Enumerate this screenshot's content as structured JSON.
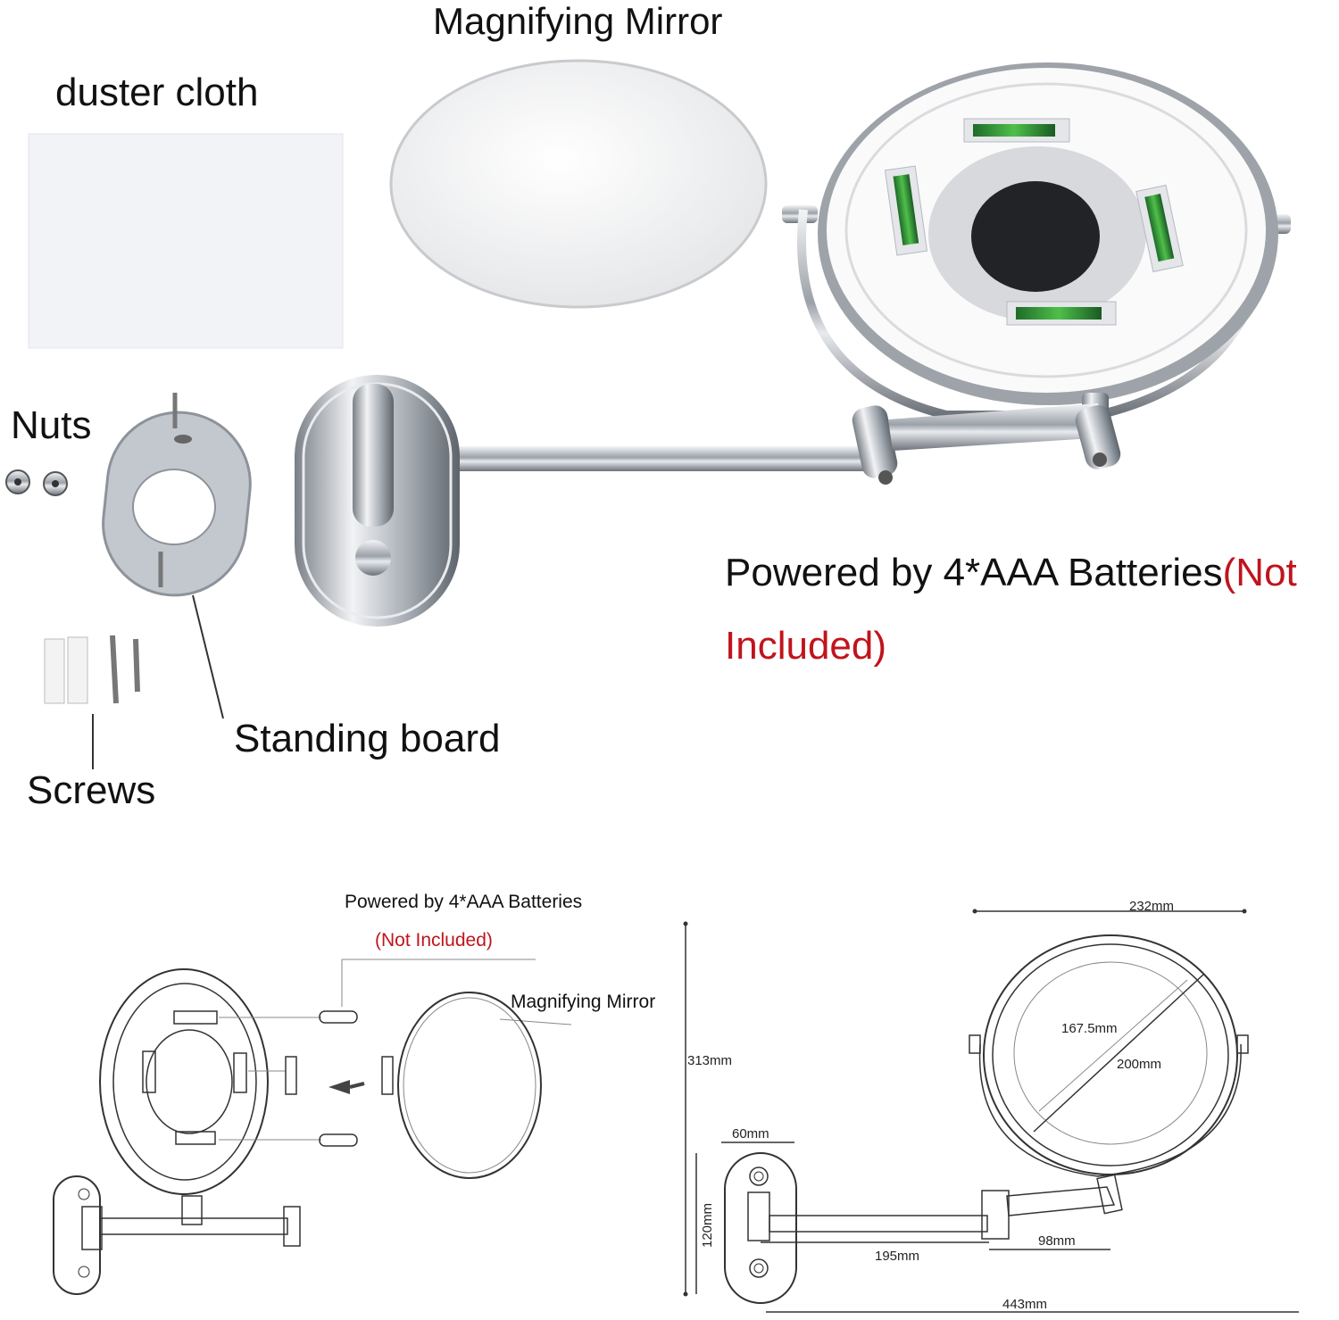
{
  "photo": {
    "labels": {
      "magnifying_mirror": "Magnifying Mirror",
      "duster_cloth": "duster cloth",
      "nuts": "Nuts",
      "standing_board": "Standing board",
      "screws": "Screws",
      "powered_prefix": "Powered by 4*AAA Batteries",
      "not_included_open": "(Not",
      "not_included_close": "Included)"
    }
  },
  "drawing": {
    "powered": "Powered by 4*AAA Batteries",
    "not_included": "(Not Included)",
    "magnifying_mirror": "Magnifying Mirror",
    "dimensions": {
      "d232": "232mm",
      "d313": "313mm",
      "d167": "167.5mm",
      "d200": "200mm",
      "d60": "60mm",
      "d120": "120mm",
      "d98": "98mm",
      "d195": "195mm",
      "d443": "443mm"
    }
  },
  "colors": {
    "accent_red": "#c0141c",
    "chrome": "#c9cdd2"
  }
}
